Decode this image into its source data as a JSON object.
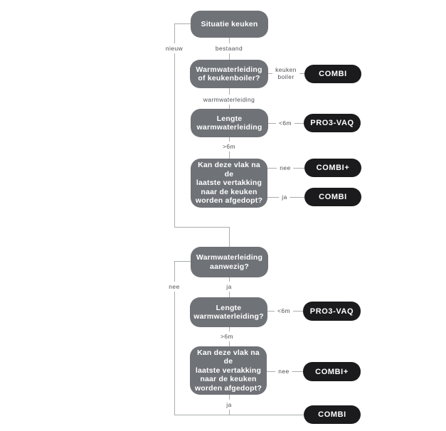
{
  "colors": {
    "question_box": "#6f7277",
    "result_pill": "#1b1b1d",
    "connector_line": "#a9abad",
    "edge_label_text": "#4e5054",
    "box_text": "#ffffff",
    "background": "#ffffff"
  },
  "flowchart": {
    "boxes": {
      "situatie_keuken": "Situatie keuken",
      "warmwaterleiding_of_keukenboiler": "Warmwaterleiding\nof keukenboiler?",
      "lengte_warmwaterleiding_1": "Lengte\nwarmwaterleiding",
      "kan_afgedopt_1": "Kan deze vlak na de\nlaatste vertakking\nnaar de keuken\nworden afgedopt?",
      "warmwaterleiding_aanwezig": "Warmwaterleiding\naanwezig?",
      "lengte_warmwaterleiding_2": "Lengte\nwarmwaterleiding?",
      "kan_afgedopt_2": "Kan deze vlak na de\nlaatste vertakking\nnaar de keuken\nworden afgedopt?"
    },
    "results": {
      "combi_1": "COMBI",
      "pro3vaq_1": "PRO3-VAQ",
      "combiplus_1": "COMBI+",
      "combi_2": "COMBI",
      "pro3vaq_2": "PRO3-VAQ",
      "combiplus_2": "COMBI+",
      "combi_3": "COMBI"
    },
    "edge_labels": {
      "nieuw": "nieuw",
      "bestaand": "bestaand",
      "keuken_boiler": "keuken\nboiler",
      "warmwaterleiding": "warmwaterleiding",
      "lt6m_1": "<6m",
      "gt6m_1": ">6m",
      "nee_1": "nee",
      "ja_1": "ja",
      "nee_2": "nee",
      "ja_2": "ja",
      "lt6m_2": "<6m",
      "gt6m_2": ">6m",
      "nee_3": "nee",
      "ja_3": "ja"
    }
  }
}
